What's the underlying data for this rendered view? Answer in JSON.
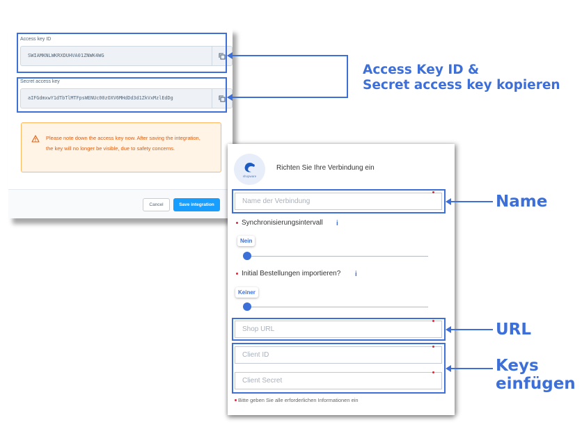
{
  "integration": {
    "access_key_label": "Access key ID",
    "access_key_value": "SWIAMKNLWKRXDUHVA01ZNWK4WG",
    "secret_key_label": "Secret access key",
    "secret_key_value": "aIFGdmxwY1dTbTlMTFpsWENUc00zOXV6MHdDd3d1ZkVxMzlEdDg",
    "warning_text": "Please note down the access key now. After saving the integration, the key will no longer be visible, due to safety concerns.",
    "cancel_label": "Cancel",
    "save_label": "Save integration",
    "copy_icon": "copy-icon",
    "warning_icon": "warning-triangle-icon"
  },
  "annotations": {
    "keys_copy_line1": "Access Key ID &",
    "keys_copy_line2": "Secret access key kopieren",
    "name": "Name",
    "url": "URL",
    "keys_paste_line1": "Keys",
    "keys_paste_line2": "einfügen"
  },
  "connection_form": {
    "logo_text": "shopware",
    "title": "Richten Sie Ihre Verbindung ein",
    "name_placeholder": "Name der Verbindung",
    "sync_label": "Synchronisierungsintervall",
    "sync_value": "Nein",
    "sync_level": 0,
    "import_label": "Initial Bestellungen importieren?",
    "import_value": "Keiner",
    "import_level": 0,
    "shop_url_placeholder": "Shop URL",
    "client_id_placeholder": "Client ID",
    "client_secret_placeholder": "Client Secret",
    "required_hint": "Bitte geben Sie alle erforderlichen Informationen ein",
    "info_icon": "info-icon"
  },
  "colors": {
    "annotation_blue": "#3d6fd9",
    "primary_button": "#189eff",
    "warning_text": "#de5c0f",
    "warning_bg": "#fff4e5",
    "required_dot": "#e0243a"
  }
}
